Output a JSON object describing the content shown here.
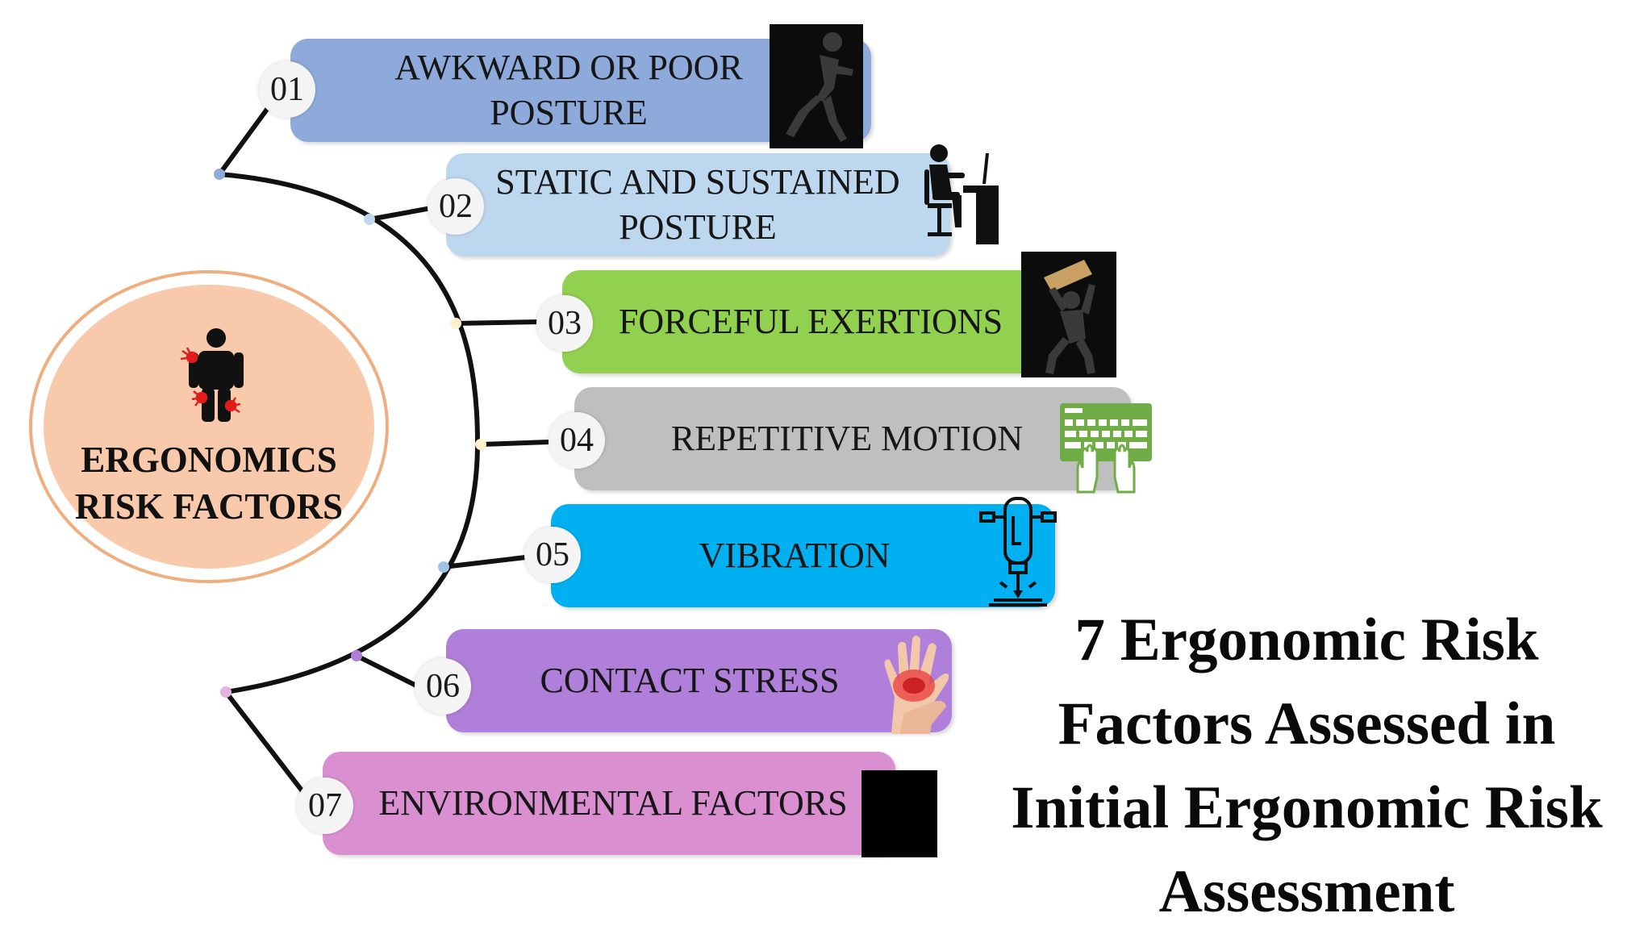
{
  "center": {
    "title_line1": "ERGONOMICS",
    "title_line2": "RISK FACTORS",
    "icon": "person-pain-points-icon"
  },
  "factors": [
    {
      "number": "01",
      "line1": "AWKWARD OR POOR",
      "line2": "POSTURE",
      "color": "#8eaadb",
      "icon": "bending-person-icon"
    },
    {
      "number": "02",
      "line1": "STATIC AND SUSTAINED",
      "line2": "POSTURE",
      "color": "#bdd7ee",
      "icon": "person-at-desk-icon"
    },
    {
      "number": "03",
      "line1": "FORCEFUL EXERTIONS",
      "line2": "",
      "color": "#92d050",
      "icon": "lifting-box-icon"
    },
    {
      "number": "04",
      "line1": "REPETITIVE MOTION",
      "line2": "",
      "color": "#bfbfbf",
      "icon": "typing-keyboard-icon"
    },
    {
      "number": "05",
      "line1": "VIBRATION",
      "line2": "",
      "color": "#00b0f0",
      "icon": "jackhammer-icon"
    },
    {
      "number": "06",
      "line1": "CONTACT STRESS",
      "line2": "",
      "color": "#b07fd9",
      "icon": "painful-hand-icon"
    },
    {
      "number": "07",
      "line1": "ENVIRONMENTAL FACTORS",
      "line2": "",
      "color": "#da8fd1",
      "icon": "black-square-icon"
    }
  ],
  "headline": {
    "line1": "7 Ergonomic Risk",
    "line2": "Factors Assessed in",
    "line3": "Initial Ergonomic Risk",
    "line4": "Assessment"
  },
  "colors": {
    "hub_fill": "#f8c9ab",
    "hub_ring": "#eeae80",
    "connector": "#111111"
  }
}
